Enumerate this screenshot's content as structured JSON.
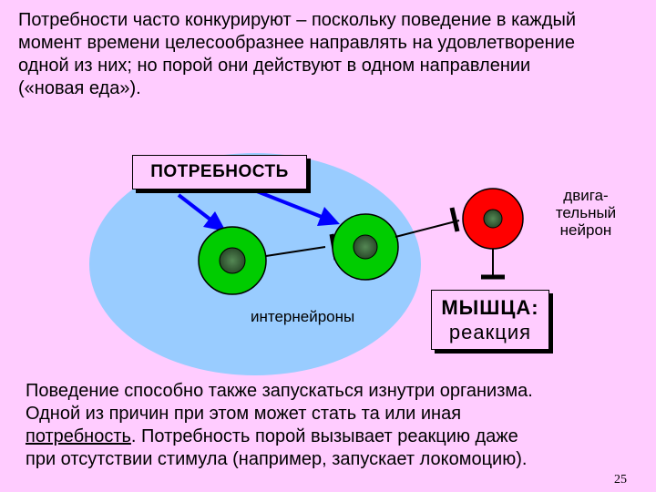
{
  "top_paragraph": {
    "lines": [
      "Потребности часто конкурируют – поскольку поведение в каждый",
      "момент времени целесообразнее направлять на удовлетворение",
      "одной из них; но порой они действуют в одном направлении",
      "(«новая еда»)."
    ]
  },
  "diagram": {
    "need_label": "ПОТРЕБНОСТЬ",
    "interneurons_label": "интернейроны",
    "motor_neuron_label": [
      "двига-",
      "тельный",
      "нейрон"
    ],
    "muscle_title": "МЫШЦА:",
    "muscle_subtitle": "реакция",
    "colors": {
      "background": "#ffccff",
      "ellipse": "#99ccff",
      "interneuron": "#00cc00",
      "motor_neuron": "#ff0000",
      "nucleus": "#336633",
      "arrow": "#0000ff"
    }
  },
  "bottom_paragraph": {
    "line1": "Поведение способно также запускаться изнутри организма.",
    "line2": "Одной из причин при этом может стать та или иная",
    "line3_underlined": "потребность",
    "line3_rest": ". Потребность порой вызывает реакцию даже",
    "line4": "при отсутствии стимула (например, запускает локомоцию)."
  },
  "page_number": "25"
}
